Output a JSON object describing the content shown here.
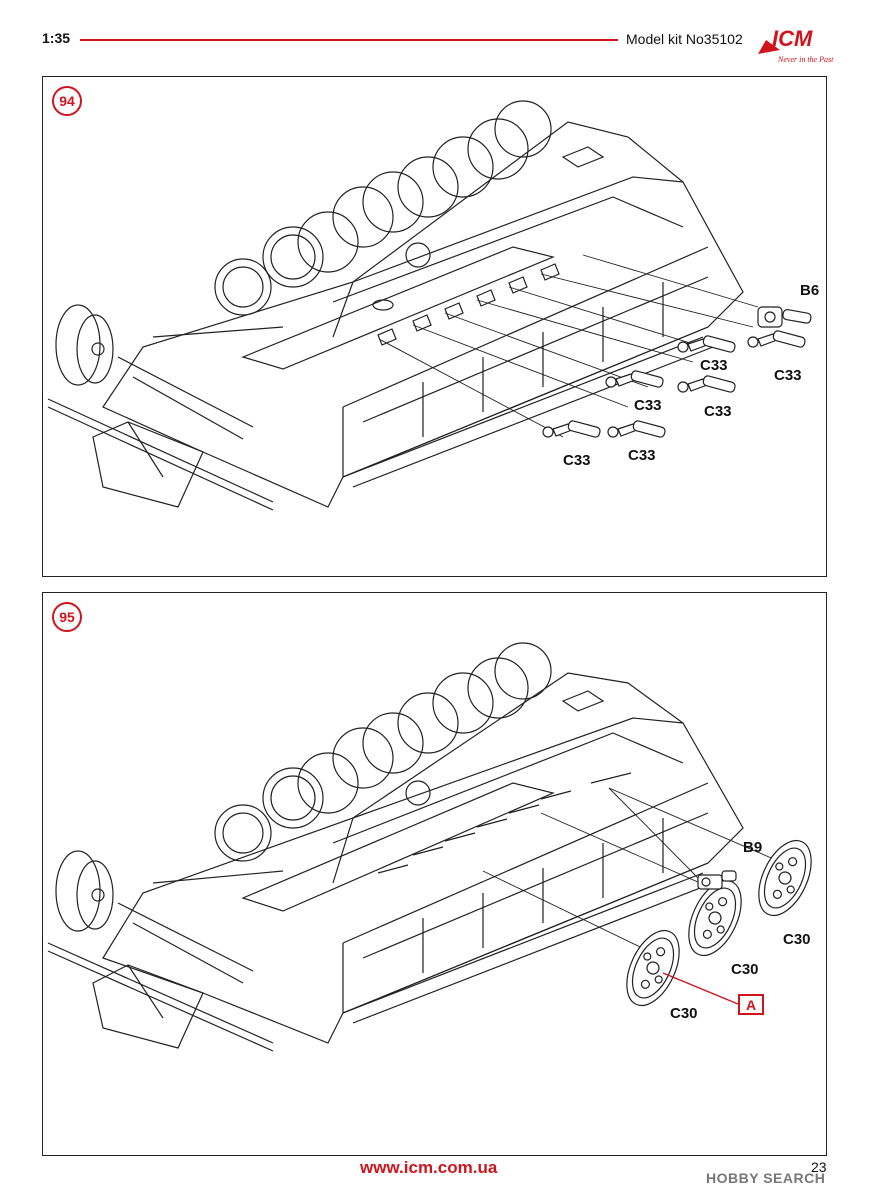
{
  "header": {
    "scale": "1:35",
    "model": "Model kit No35102",
    "brand": "ICM",
    "slogan": "Never in the Past"
  },
  "steps": [
    {
      "number": "94",
      "labels": [
        "B6",
        "C33",
        "C33",
        "C33",
        "C33",
        "C33",
        "C33"
      ]
    },
    {
      "number": "95",
      "labels": [
        "B9",
        "C30",
        "C30",
        "C30"
      ],
      "reference": "A"
    }
  ],
  "footer": {
    "url": "www.icm.com.ua",
    "page": "23",
    "watermark": "HOBBY SEARCH"
  },
  "colors": {
    "accent": "#d0141c",
    "line": "#222222"
  }
}
